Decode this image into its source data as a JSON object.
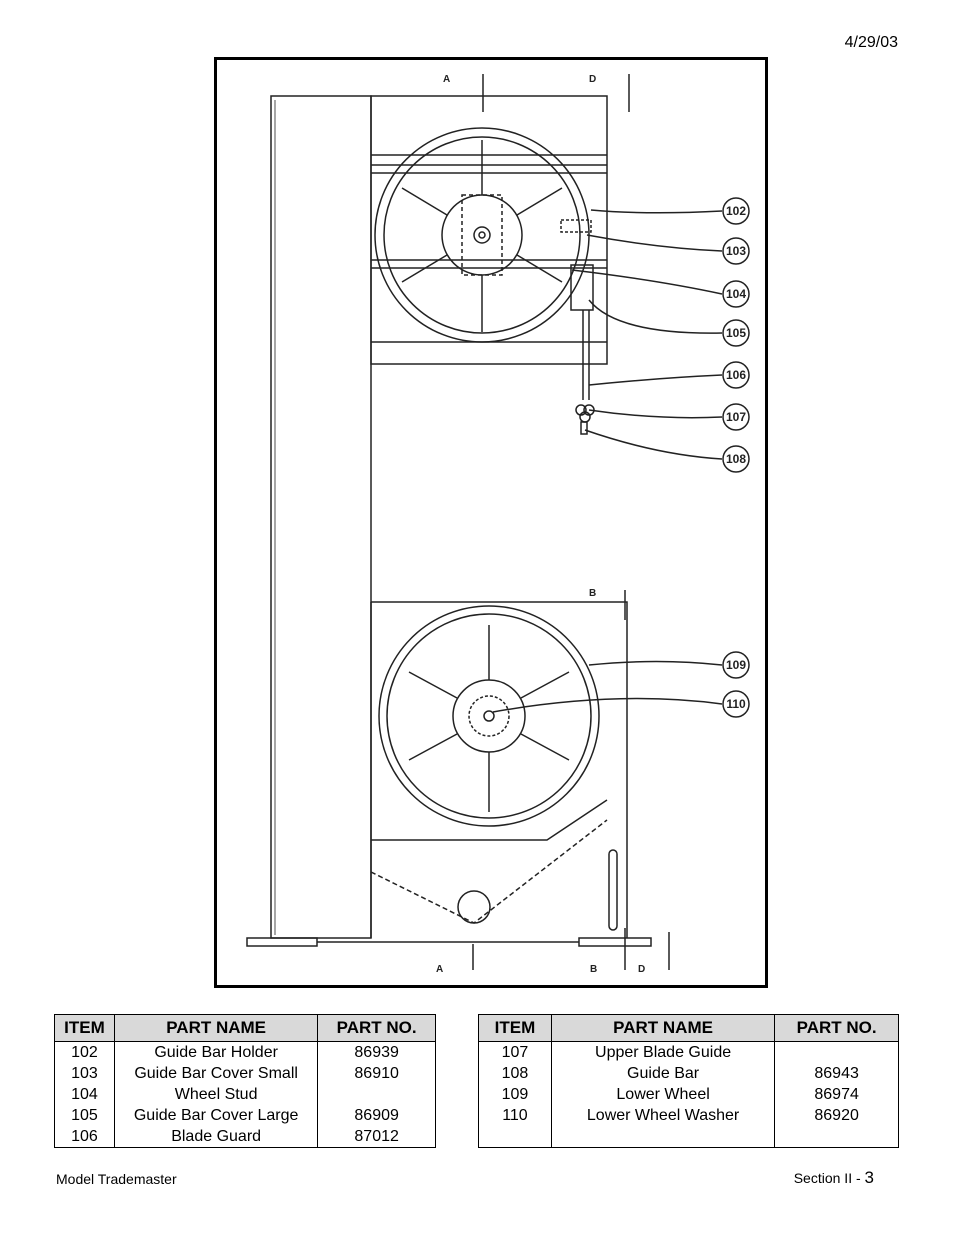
{
  "header": {
    "date": "4/29/03"
  },
  "drawing": {
    "section_labels": {
      "a": "A",
      "b": "B",
      "d": "D"
    },
    "callouts": [
      "102",
      "103",
      "104",
      "105",
      "106",
      "107",
      "108",
      "109",
      "110"
    ]
  },
  "table_left": {
    "headers": [
      "ITEM",
      "PART NAME",
      "PART NO."
    ],
    "rows": [
      [
        "102",
        "Guide Bar Holder",
        "86939"
      ],
      [
        "103",
        "Guide Bar Cover Small",
        "86910"
      ],
      [
        "104",
        "Wheel Stud",
        ""
      ],
      [
        "105",
        "Guide Bar Cover Large",
        "86909"
      ],
      [
        "106",
        "Blade Guard",
        "87012"
      ]
    ]
  },
  "table_right": {
    "headers": [
      "ITEM",
      "PART NAME",
      "PART NO."
    ],
    "rows": [
      [
        "107",
        "Upper Blade Guide",
        ""
      ],
      [
        "108",
        "Guide Bar",
        "86943"
      ],
      [
        "109",
        "Lower Wheel",
        "86974"
      ],
      [
        "110",
        "Lower Wheel Washer",
        "86920"
      ],
      [
        "",
        "",
        ""
      ]
    ]
  },
  "footer": {
    "model": "Model Trademaster",
    "section": "Section II -",
    "page": "3"
  }
}
